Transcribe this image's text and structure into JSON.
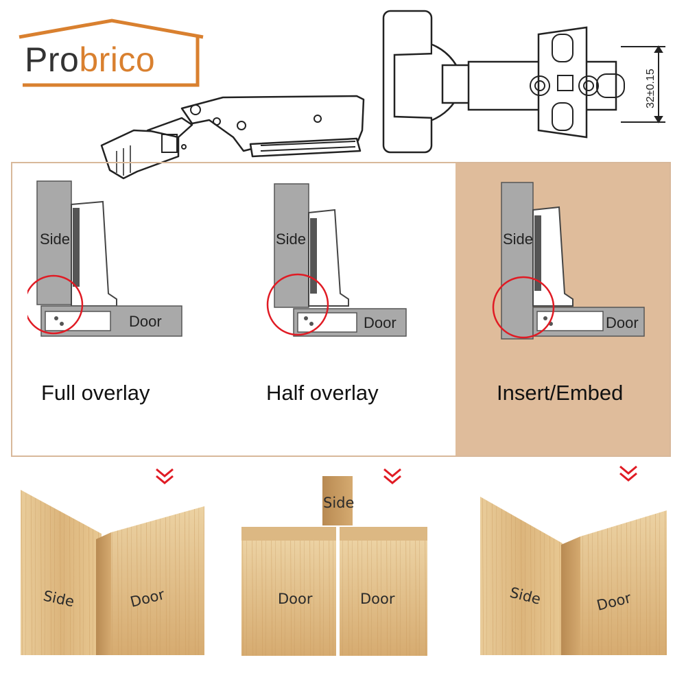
{
  "brand": {
    "name_part1": "Pro",
    "name_part2": "brico",
    "accent_color": "#d9802f"
  },
  "spec": {
    "dimension_label": "32±0.15"
  },
  "overlays": [
    {
      "caption": "Full overlay",
      "side_label": "Side",
      "door_label": "Door",
      "wood_side_label": "Side",
      "wood_door_label": "Door"
    },
    {
      "caption": "Half overlay",
      "side_label": "Side",
      "door_label": "Door",
      "wood_side_label": "Side",
      "wood_door_left_label": "Door",
      "wood_door_right_label": "Door"
    },
    {
      "caption": "Insert/Embed",
      "side_label": "Side",
      "door_label": "Door",
      "wood_side_label": "Side",
      "wood_door_label": "Door",
      "highlight_color": "#dfbc9b"
    }
  ],
  "colors": {
    "circle": "#e01b24",
    "chevron": "#e01b24",
    "panel_gray": "#a9a9a9",
    "wood_light": "#e7c896",
    "wood_dark": "#c89a5e"
  },
  "icons": {
    "down_chevron": "double-chevron-down-icon"
  }
}
